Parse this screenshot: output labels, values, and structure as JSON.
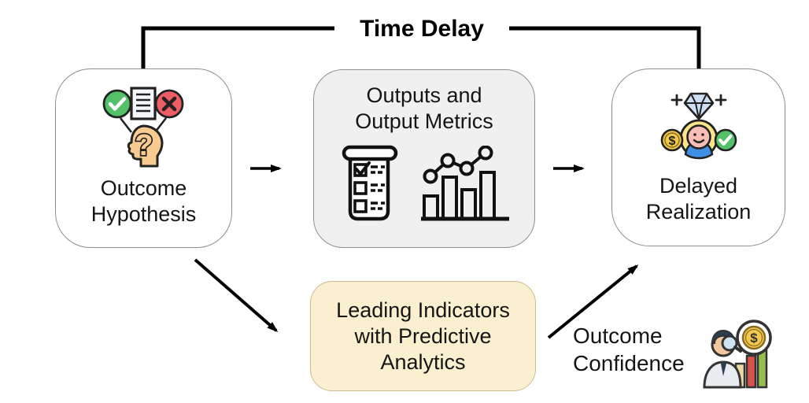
{
  "title": "Time Delay",
  "nodes": {
    "outcome_hypothesis": {
      "lines": [
        "Outcome",
        "Hypothesis"
      ],
      "icon": "hypothesis-head-icon"
    },
    "outputs_metrics": {
      "lines": [
        "Outputs and",
        "Output Metrics"
      ],
      "icons": [
        "checklist-icon",
        "bar-line-chart-icon"
      ]
    },
    "delayed_realization": {
      "lines": [
        "Delayed",
        "Realization"
      ],
      "icon": "reward-person-icon"
    },
    "leading_indicators": {
      "lines": [
        "Leading Indicators",
        "with Predictive",
        "Analytics"
      ]
    }
  },
  "annotations": {
    "outcome_confidence": {
      "lines": [
        "Outcome",
        "Confidence"
      ],
      "icon": "analyst-magnifier-icon"
    }
  },
  "symbols": {
    "question_mark": "?",
    "dollar": "$"
  },
  "colors": {
    "ink": "#111111",
    "box_border": "#8f8f8f",
    "outputs_bg": "#f0f0f0",
    "leading_bg": "#faefce",
    "leading_border": "#cbbb90",
    "check_green": "#53c06a",
    "cross_red": "#ee5d64",
    "head_peach": "#f8cb90",
    "doc_white": "#f4f7fa",
    "coin_gold": "#f2c94c",
    "coin_rim": "#8a6a1e",
    "diamond_blue": "#cfe0f5",
    "hair_yellow": "#fae58d",
    "face_pink": "#f6beb4",
    "shirt_blue": "#3f8fe5",
    "navy": "#2c3e50",
    "skin": "#f2c79f",
    "shirt_gray": "#e9edf0",
    "lens_blue": "#cfe4f0",
    "bar_tan": "#eed9a4",
    "bar_red": "#da5348",
    "bar_green": "#95be4c",
    "icon_stroke": "#222222"
  }
}
